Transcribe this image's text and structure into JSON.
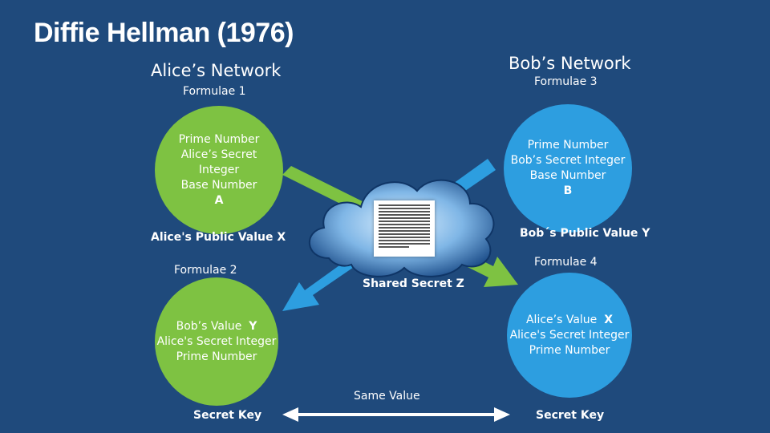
{
  "title": "Diffie Hellman (1976)",
  "alice": {
    "network": "Alice’s Network",
    "formula1": "Formulae 1",
    "circle1": [
      "Prime Number",
      "Alice’s Secret",
      "Integer",
      "Base Number"
    ],
    "circle1_var": "A",
    "public_value": "Alice's Public Value X",
    "formula2": "Formulae 2",
    "circle2_line1_prefix": "Bob’s Value",
    "circle2_line1_var": "Y",
    "circle2_lines": [
      "Alice's Secret Integer",
      "Prime Number"
    ],
    "secret_key": "Secret Key"
  },
  "bob": {
    "network": "Bob’s Network",
    "formula3": "Formulae 3",
    "circle1": [
      "Prime Number",
      "Bob’s Secret Integer",
      "Base Number"
    ],
    "circle1_var": "B",
    "public_value": "Bob´s Public Value Y",
    "formula4": "Formulae 4",
    "circle2_line1_prefix": "Alice’s Value",
    "circle2_line1_var": "X",
    "circle2_lines": [
      "Alice's Secret Integer",
      "Prime Number"
    ],
    "secret_key": "Secret Key"
  },
  "shared_secret": "Shared Secret Z",
  "same_value": "Same Value",
  "colors": {
    "background": "#1f4a7c",
    "green": "#7ec242",
    "blue": "#2d9ee0"
  }
}
